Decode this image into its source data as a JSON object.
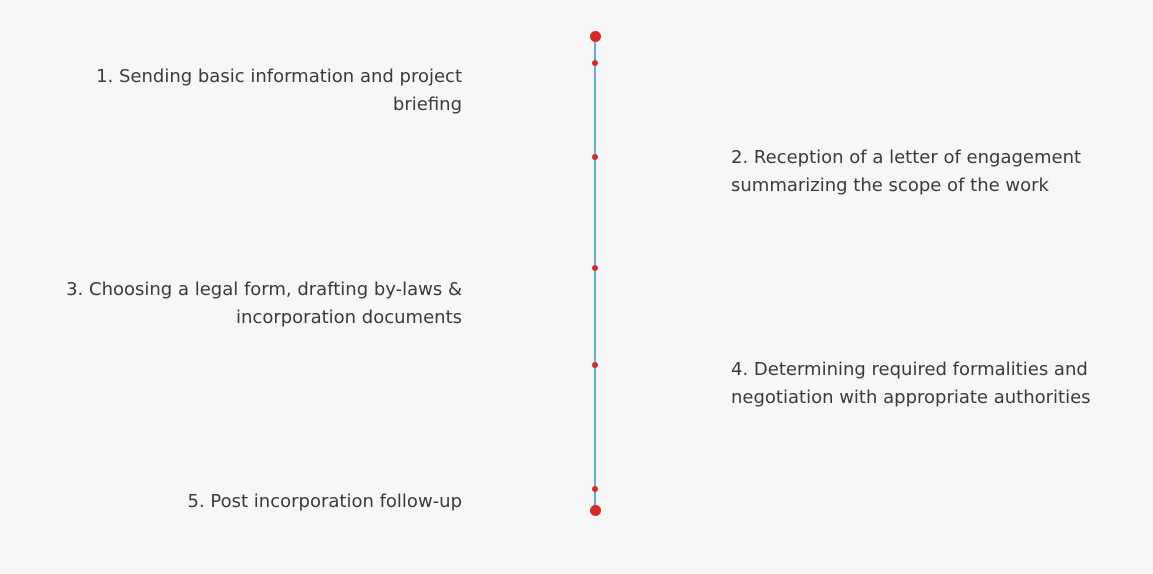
{
  "timeline": {
    "accent_color": "#d62828",
    "line_color": "#5aaee0",
    "steps": [
      {
        "label": "1. Sending basic information and project briefing",
        "side": "left"
      },
      {
        "label": "2. Reception of a letter of engagement summarizing the scope of the work",
        "side": "right"
      },
      {
        "label": "3. Choosing a legal form, drafting by-laws & incorporation documents",
        "side": "left"
      },
      {
        "label": "4. Determining required formalities and negotiation with appropriate authorities",
        "side": "right"
      },
      {
        "label": "5. Post incorporation follow-up",
        "side": "left"
      }
    ]
  }
}
